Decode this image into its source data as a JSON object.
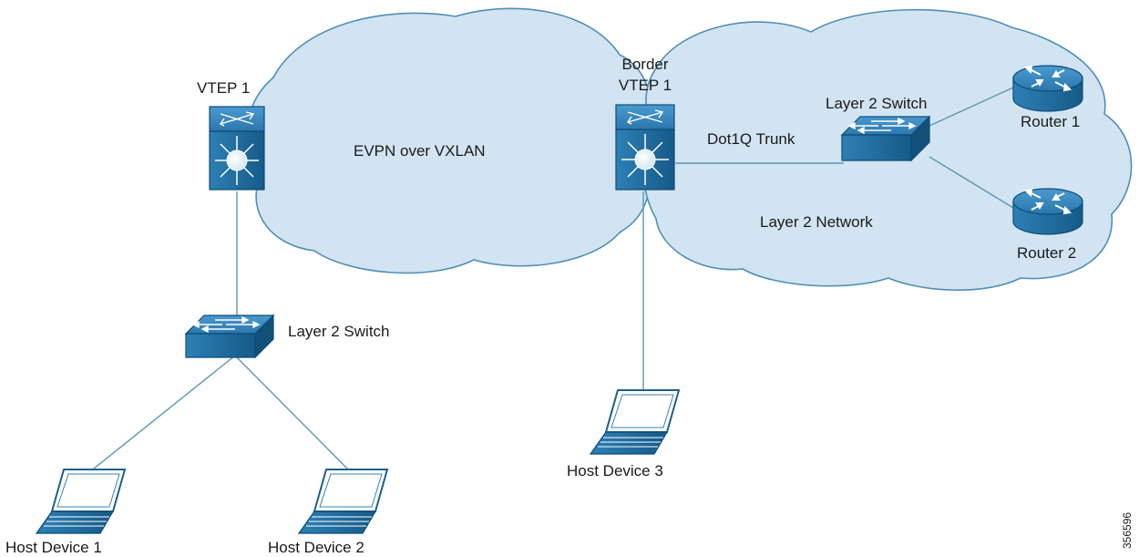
{
  "clouds": {
    "evpn": "EVPN over VXLAN",
    "l2net": "Layer 2 Network"
  },
  "devices": {
    "vtep1": "VTEP 1",
    "border_line1": "Border",
    "border_line2": "VTEP 1",
    "l2switch_top": "Layer 2 Switch",
    "l2switch_bottom": "Layer 2 Switch",
    "router1": "Router 1",
    "router2": "Router 2",
    "host1": "Host Device 1",
    "host2": "Host Device 2",
    "host3": "Host Device 3"
  },
  "links": {
    "trunk": "Dot1Q Trunk"
  },
  "figure_id": "356596",
  "colors": {
    "cloud_fill": "#d2e4f1",
    "cloud_stroke": "#4f8fb4",
    "device_blue": "#1d6a9c",
    "link": "#5b98b5"
  }
}
